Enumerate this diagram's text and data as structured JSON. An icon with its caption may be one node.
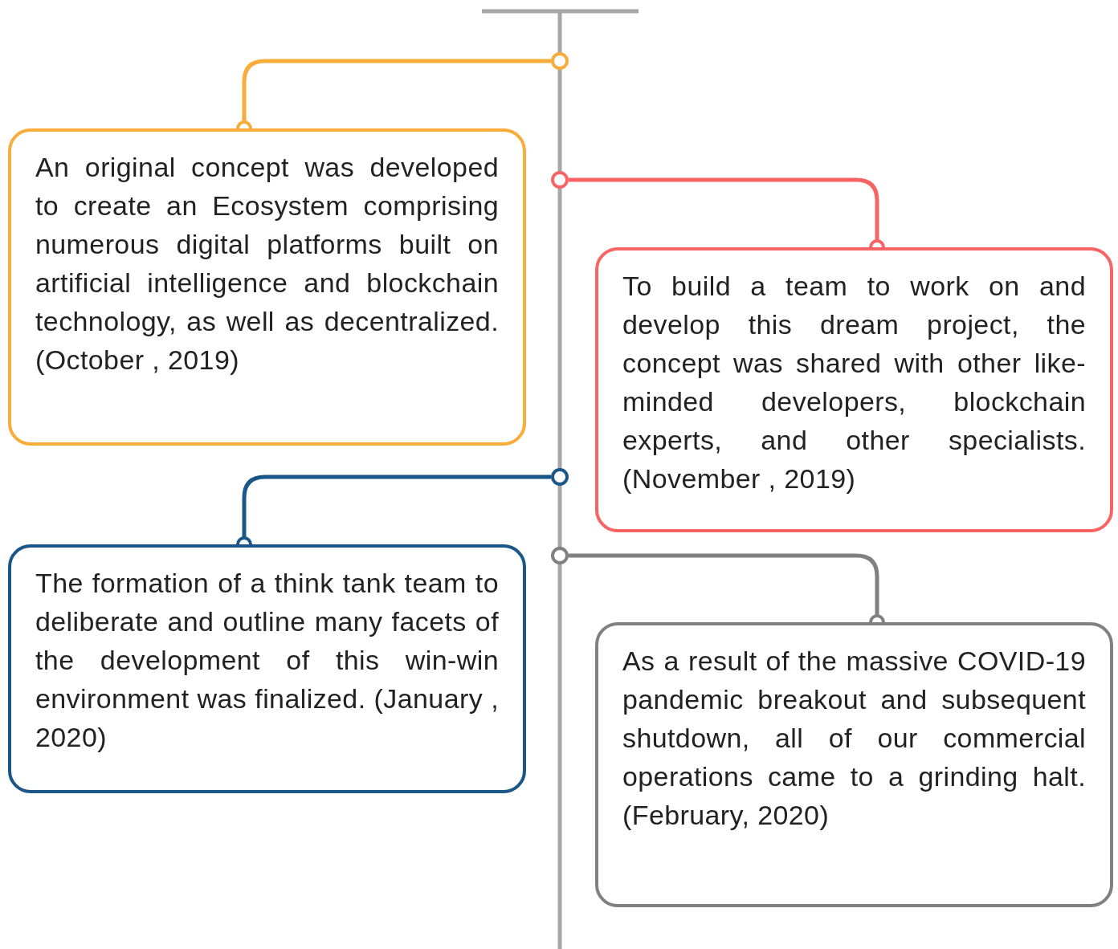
{
  "diagram": {
    "nodes": [
      {
        "text": [
          "An original concept was developed to create an Ecosystem comprising numerous digital platforms built on artificial intelligence and blockchain technology, as well as decentralized. (October , 2019)"
        ]
      },
      {
        "text": [
          "To build a team to work on and develop this dream project, the concept was shared with other like-minded developers, blockchain experts, and other specialists. (November , 2019)"
        ]
      },
      {
        "text": [
          "The formation of a think tank team to deliberate and outline many facets of the development of this win-win environment was finalized. (January , 2020)"
        ]
      },
      {
        "text": [
          "As a result of the massive COVID-19 pandemic breakout and subsequent shutdown, all of our commercial operations came to a grinding halt. (February, 2020)"
        ]
      },
      {
        "text": [],
        "shape": "circle"
      },
      {
        "text": [],
        "shape": "circle"
      },
      {
        "text": [],
        "shape": "circle"
      },
      {
        "text": [],
        "shape": "circle"
      }
    ],
    "edges": [
      {
        "from": 4,
        "to": 0,
        "arrow": "other",
        "color": "#f8ac3a"
      },
      {
        "from": 5,
        "to": 1,
        "arrow": "other",
        "color": "#f86464"
      },
      {
        "from": 6,
        "to": 2,
        "arrow": "other",
        "color": "#1a5688"
      },
      {
        "from": 7,
        "to": 3,
        "arrow": "other",
        "color": "#808080"
      }
    ]
  }
}
